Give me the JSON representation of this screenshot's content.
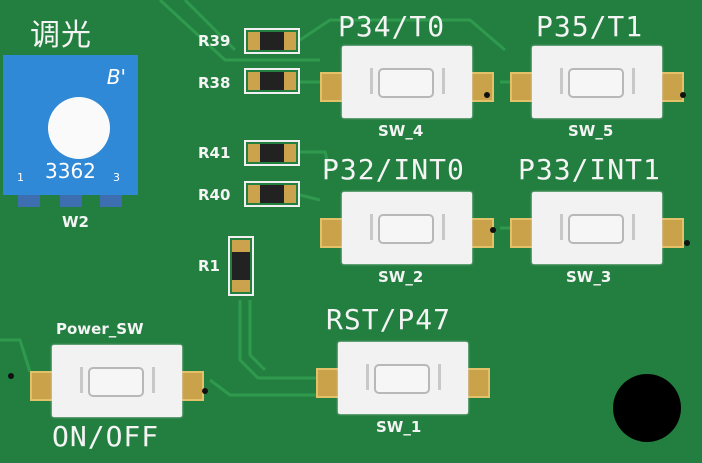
{
  "board": {
    "color": "#237f40",
    "silk_color": "#f4f4f4",
    "pad_color": "#c9a24a"
  },
  "labels": {
    "pot_title": "调光",
    "pot_model": "3362",
    "pot_pin1": "1",
    "pot_pin3": "3",
    "pot_mark": "B'",
    "pot_ref": "W2",
    "power_title": "Power_SW",
    "power_caption": "ON/OFF"
  },
  "resistors": [
    {
      "ref": "R39"
    },
    {
      "ref": "R38"
    },
    {
      "ref": "R41"
    },
    {
      "ref": "R40"
    },
    {
      "ref": "R1"
    }
  ],
  "switches": [
    {
      "signal": "P34/T0",
      "ref": "SW_4"
    },
    {
      "signal": "P35/T1",
      "ref": "SW_5"
    },
    {
      "signal": "P32/INT0",
      "ref": "SW_2"
    },
    {
      "signal": "P33/INT1",
      "ref": "SW_3"
    },
    {
      "signal": "RST/P47",
      "ref": "SW_1"
    }
  ]
}
